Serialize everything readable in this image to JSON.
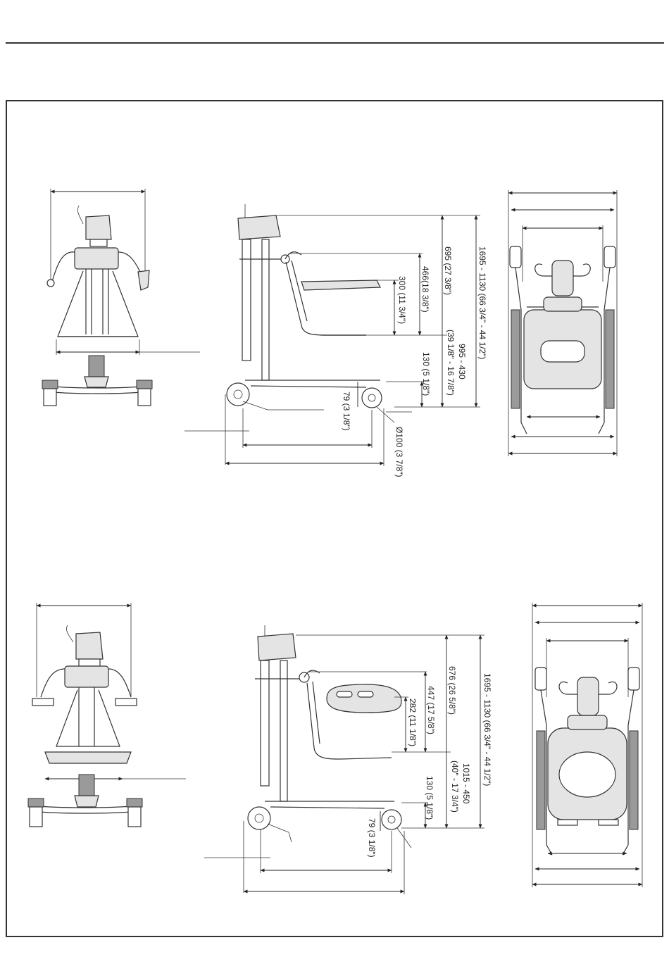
{
  "top_diagram": {
    "height_total": "1695 - 1130 (66 3/4\" - 44 1/2\")",
    "lift_height": "695 (27 3/8\")",
    "knee_height": "466(18 3/8\")",
    "knee_pad": "300 (11 3/4\")",
    "footplate_range": "995 - 430",
    "footplate_range_in": "(39 1/8\" - 16 7/8\")",
    "base_clearance": "130 (5 1/8\")",
    "wheel_offset": "79 (3 1/8\")",
    "wheel_diameter": "Ø100 (3 7/8\")"
  },
  "bottom_diagram": {
    "height_total": "1695 - 1130 (66 3/4\" - 44 1/2\")",
    "lift_height": "676 (26 5/8\")",
    "knee_height": "447 (17 5/8\")",
    "knee_pad": "282 (11 1/8\")",
    "footplate_range": "1015 - 450",
    "footplate_range_in": "(40\" - 17 3/4\")",
    "base_clearance": "130 (5 1/8\")",
    "wheel_offset": "79 (3 1/8\")"
  }
}
